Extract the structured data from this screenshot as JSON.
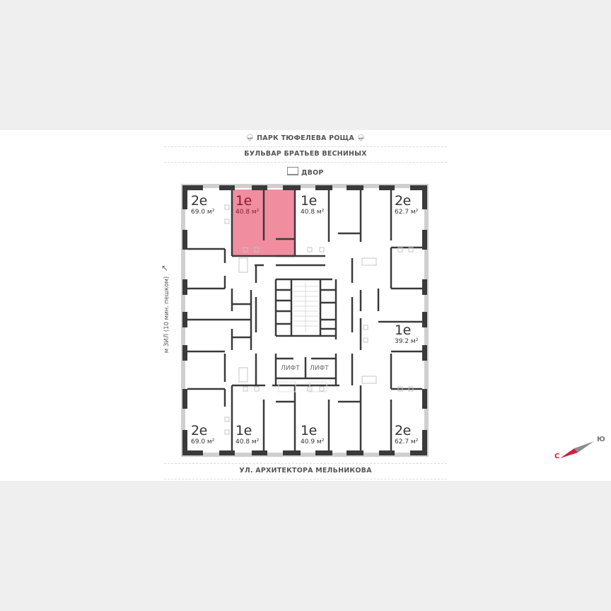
{
  "header": {
    "park": "ПАРК ТЮФЕЛЕВА РОЩА",
    "boulevard": "БУЛЬВАР БРАТЬЕВ ВЕСНИНЫХ",
    "yard": "ДВОР"
  },
  "footer": {
    "street": "УЛ. АРХИТЕКТОРА МЕЛЬНИКОВА"
  },
  "side": {
    "metro": "м ЗИЛ (10 мин. пешком)"
  },
  "compass": {
    "north": "С",
    "south": "Ю",
    "north_color": "#d0203f",
    "south_color": "#8c8c8c"
  },
  "colors": {
    "selected_fill": "#f08ea0",
    "wall": "#3a3a3a",
    "background": "#efefef"
  },
  "lifts": [
    "ЛИФТ",
    "ЛИФТ"
  ],
  "apartments": [
    {
      "type": "2е",
      "area": "69.0 м²",
      "position": "top-left",
      "selected": false
    },
    {
      "type": "1е",
      "area": "40.8 м²",
      "position": "top-left-center",
      "selected": true
    },
    {
      "type": "1е",
      "area": "40.8 м²",
      "position": "top-right-center",
      "selected": false
    },
    {
      "type": "2е",
      "area": "62.7 м²",
      "position": "top-right",
      "selected": false
    },
    {
      "type": "1е",
      "area": "39.2 м²",
      "position": "right-middle",
      "selected": false
    },
    {
      "type": "2е",
      "area": "69.0 м²",
      "position": "bottom-left",
      "selected": false
    },
    {
      "type": "1е",
      "area": "40.8 м²",
      "position": "bottom-left-center",
      "selected": false
    },
    {
      "type": "1е",
      "area": "40.9 м²",
      "position": "bottom-right-center",
      "selected": false
    },
    {
      "type": "2е",
      "area": "62.7 м²",
      "position": "bottom-right",
      "selected": false
    }
  ]
}
